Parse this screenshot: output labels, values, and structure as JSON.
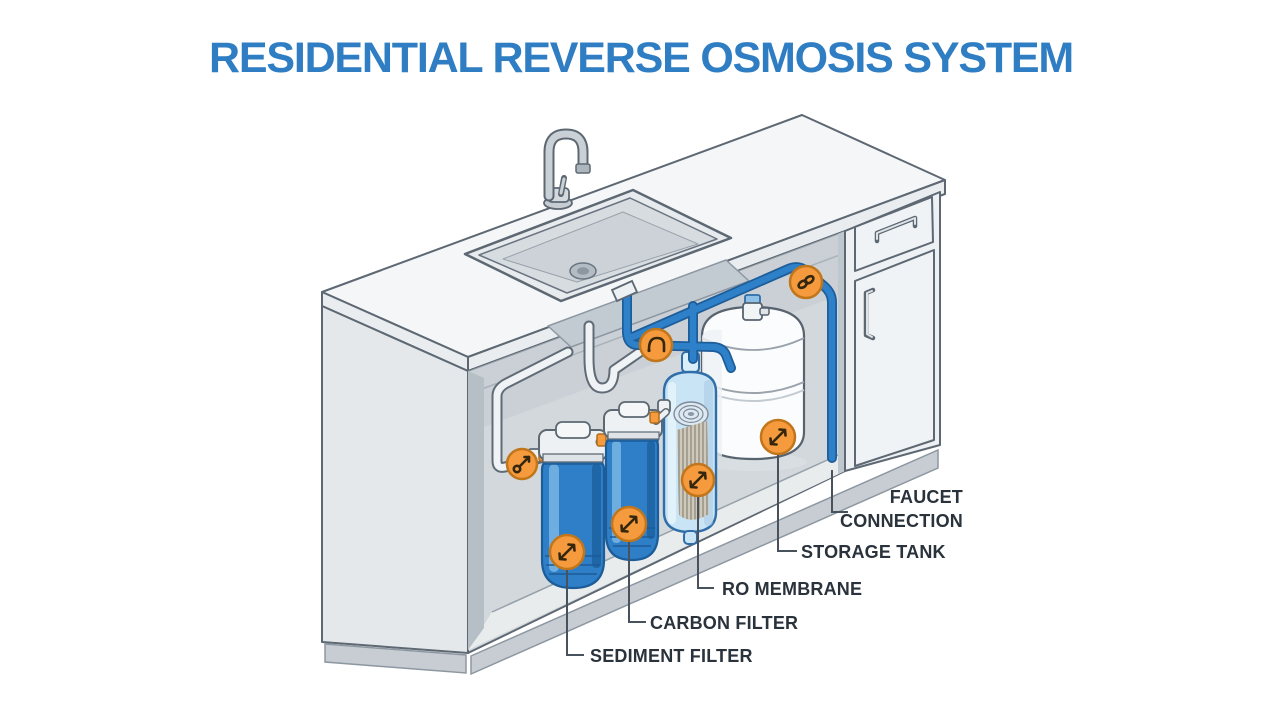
{
  "title": {
    "text": "RESIDENTIAL REVERSE OSMOSIS SYSTEM"
  },
  "diagram": {
    "labels": {
      "faucet_connection": {
        "lines": [
          "FAUCET",
          "CONNECTION"
        ]
      },
      "storage_tank": "STORAGE TANK",
      "ro_membrane": "RO MEMBRANE",
      "carbon_filter": "CARBON FILTER",
      "sediment_filter": "SEDIMENT FILTER"
    },
    "components": [
      "kitchen-faucet",
      "sink",
      "drain-p-trap",
      "cold-water-supply-line",
      "sediment-filter",
      "carbon-filter",
      "ro-membrane",
      "storage-tank",
      "faucet-connection-tubing",
      "cabinet-drawer",
      "cabinet-door"
    ],
    "markers": [
      {
        "name": "supply-valve-marker",
        "icon": "key-icon"
      },
      {
        "name": "sediment-filter-marker",
        "icon": "double-arrow-icon"
      },
      {
        "name": "carbon-filter-marker",
        "icon": "double-arrow-icon"
      },
      {
        "name": "ro-membrane-marker",
        "icon": "double-arrow-icon"
      },
      {
        "name": "storage-tank-marker",
        "icon": "double-arrow-icon"
      },
      {
        "name": "faucet-line-marker",
        "icon": "hook-icon"
      },
      {
        "name": "faucet-connection-marker",
        "icon": "chain-link-icon"
      }
    ],
    "colors": {
      "title_blue": "#2f7dc2",
      "label_text": "#2a323b",
      "tube_blue": "#2e80c9",
      "filter_body_blue": "#2e7fc8",
      "membrane_light_blue": "#c8e4f5",
      "marker_orange": "#f59b3d",
      "cabinet_gray": "#e4e8ea",
      "interior_wall_gray": "#d2d8dc",
      "background": "#ffffff"
    }
  }
}
